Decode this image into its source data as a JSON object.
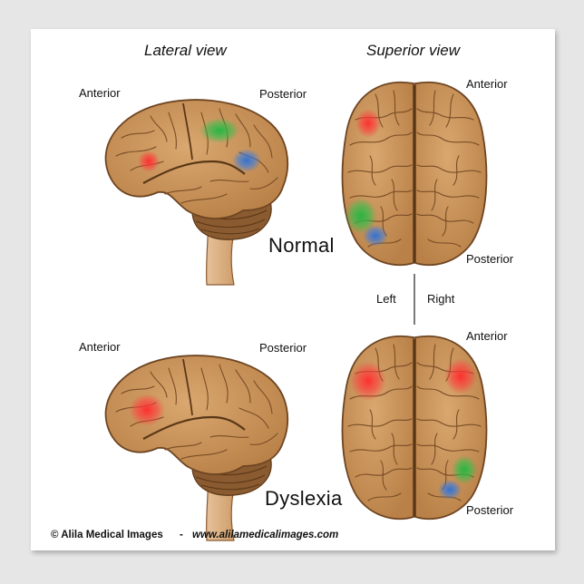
{
  "headings": {
    "lateral": "Lateral view",
    "superior": "Superior view"
  },
  "labels": {
    "anterior": "Anterior",
    "posterior": "Posterior",
    "left": "Left",
    "right": "Right"
  },
  "conditions": {
    "normal": "Normal",
    "dyslexia": "Dyslexia"
  },
  "footer": {
    "copyright": "© Alila Medical Images",
    "separator": "-",
    "website": "www.alilamedicalimages.com"
  },
  "colors": {
    "brain_fill": "#c8935b",
    "brain_outline": "#6e4522",
    "brainstem": "#d7aa7c",
    "cerebellum": "#8a5a30",
    "activity_red": "#ff2a2a",
    "activity_green": "#1fb63f",
    "activity_blue": "#2a6fd6"
  }
}
